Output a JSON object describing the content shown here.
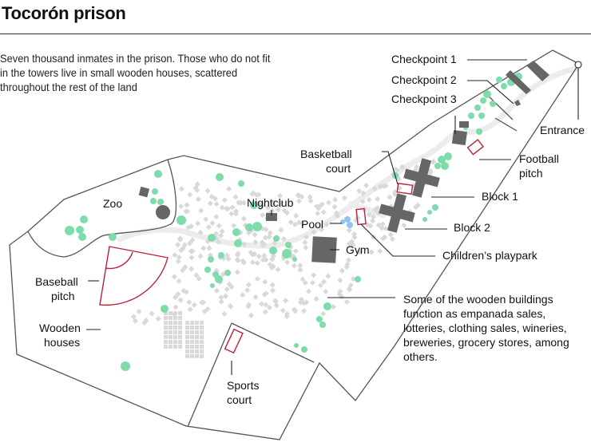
{
  "header": {
    "title": "Tocorón prison",
    "subtitle": "Seven thousand inmates in the prison. Those who do not fit in the towers live in small wooden houses, scattered throughout the rest of the land"
  },
  "colors": {
    "building": "#666666",
    "house": "#d9d9d9",
    "tree": "#7ddcaa",
    "pool": "#8fc3f0",
    "court": "#c0203a",
    "boundary": "#555555",
    "road": "#ececec"
  },
  "labels": {
    "checkpoint1": "Checkpoint 1",
    "checkpoint2": "Checkpoint 2",
    "checkpoint3": "Checkpoint 3",
    "entrance": "Entrance",
    "basketball_line1": "Basketball",
    "basketball_line2": "court",
    "football_line1": "Football",
    "football_line2": "pitch",
    "block1": "Block 1",
    "block2": "Block 2",
    "pool": "Pool",
    "gym": "Gym",
    "childrens_playpark": "Children’s playpark",
    "nightclub": "Nightclub",
    "zoo": "Zoo",
    "baseball_line1": "Baseball",
    "baseball_line2": "pitch",
    "wooden_line1": "Wooden",
    "wooden_line2": "houses",
    "sports_line1": "Sports",
    "sports_line2": "court"
  },
  "annotation": {
    "wooden_buildings_note": "Some of the wooden buildings function as empanada sales, lotteries, clothing sales, wineries, breweries, grocery stores, among others."
  }
}
